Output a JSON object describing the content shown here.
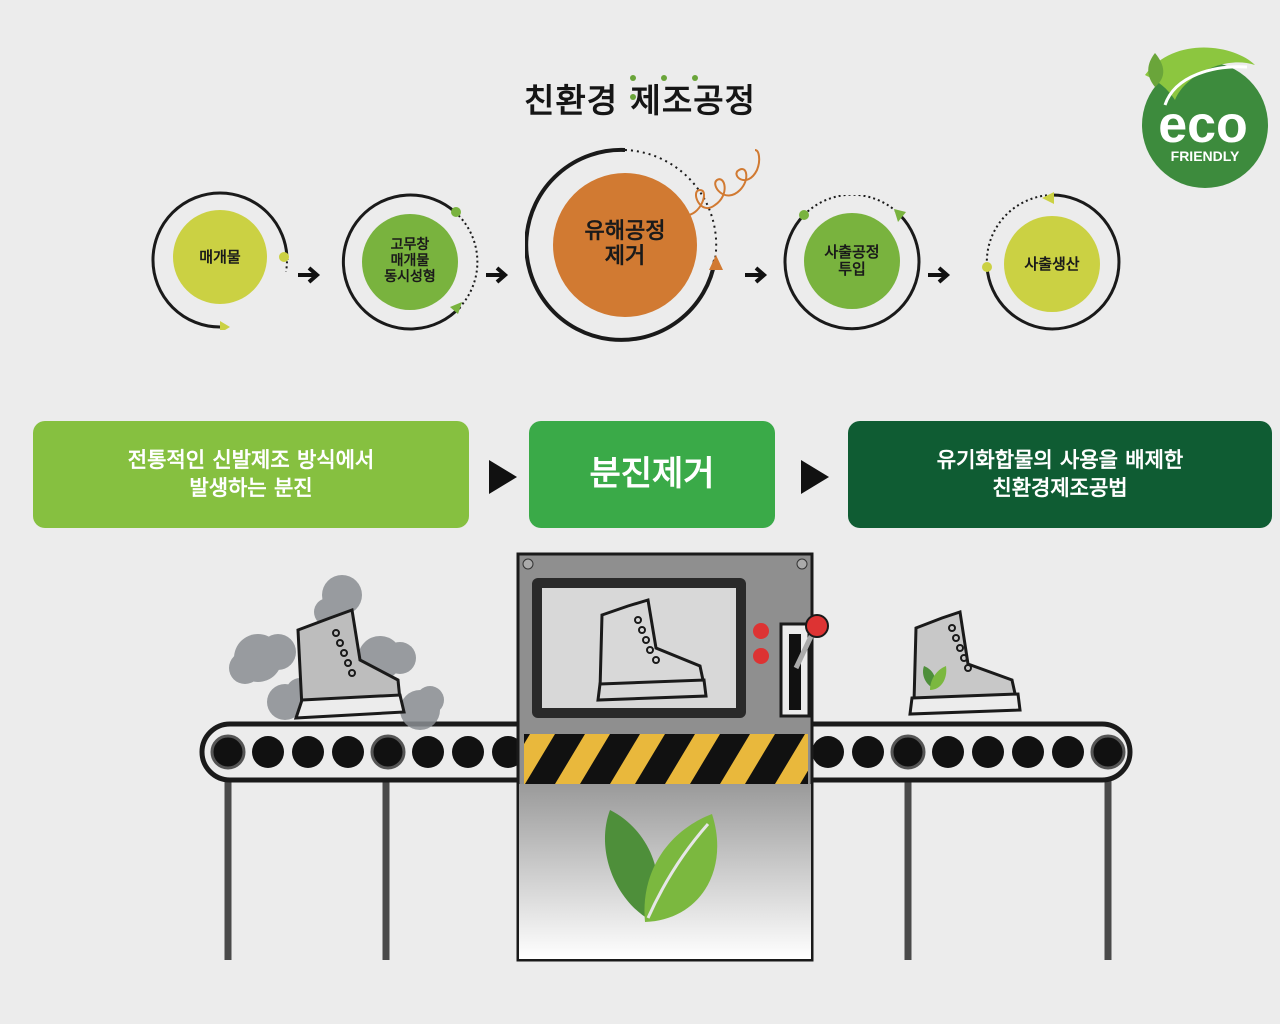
{
  "title": "친환경 제조공정",
  "logo": {
    "big": "eco",
    "small": "FRIENDLY",
    "color": "#3d8b3d"
  },
  "process_steps": [
    {
      "label": "매개물"
    },
    {
      "label": "고무창\n매개물\n동시성형"
    },
    {
      "label": "유해공정\n제거"
    },
    {
      "label": "사출공정\n투입"
    },
    {
      "label": "사출생산"
    }
  ],
  "banners": [
    {
      "text": "전통적인 신발제조 방식에서\n발생하는 분진",
      "color": "#86c040"
    },
    {
      "text": "분진제거",
      "color": "#3aaa48"
    },
    {
      "text": "유기화합물의 사용을 배제한\n친환경제조공법",
      "color": "#0f5c33"
    }
  ],
  "colors": {
    "yellow_green": "#cbd143",
    "green": "#79b33e",
    "orange": "#d17a32",
    "dark": "#1a1a1a",
    "hazard_yellow": "#e9b83c"
  }
}
